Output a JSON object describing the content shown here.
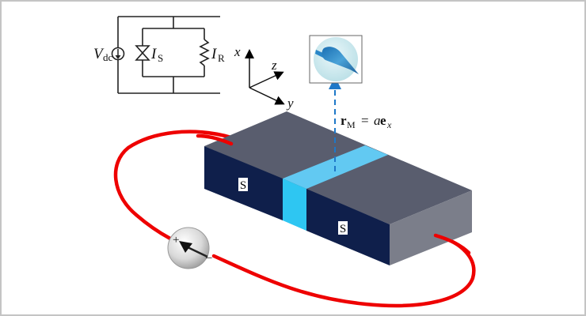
{
  "circuit": {
    "source_label": "V",
    "source_sub": "dc",
    "junction_label": "I",
    "junction_sub": "S",
    "resistor_label": "I",
    "resistor_sub": "R"
  },
  "axes": {
    "x_label": "x",
    "y_label": "y",
    "z_label": "z"
  },
  "magnetometer": {
    "position_vector": "r",
    "position_sub": "M",
    "equals": "=",
    "scalar": "a",
    "unit_vector": "e",
    "unit_sub": "x"
  },
  "device": {
    "left_lead_label": "S",
    "right_lead_label": "S",
    "source_plus": "+",
    "source_minus": "–"
  },
  "colors": {
    "wire": "#ee0000",
    "top_face": "#595d6e",
    "front_face": "#0f1f4b",
    "end_face": "#7b7e8a",
    "barrier_top": "#62c9f2",
    "barrier_front": "#2ec6f2",
    "dashed_arrow": "#1e78c8"
  }
}
